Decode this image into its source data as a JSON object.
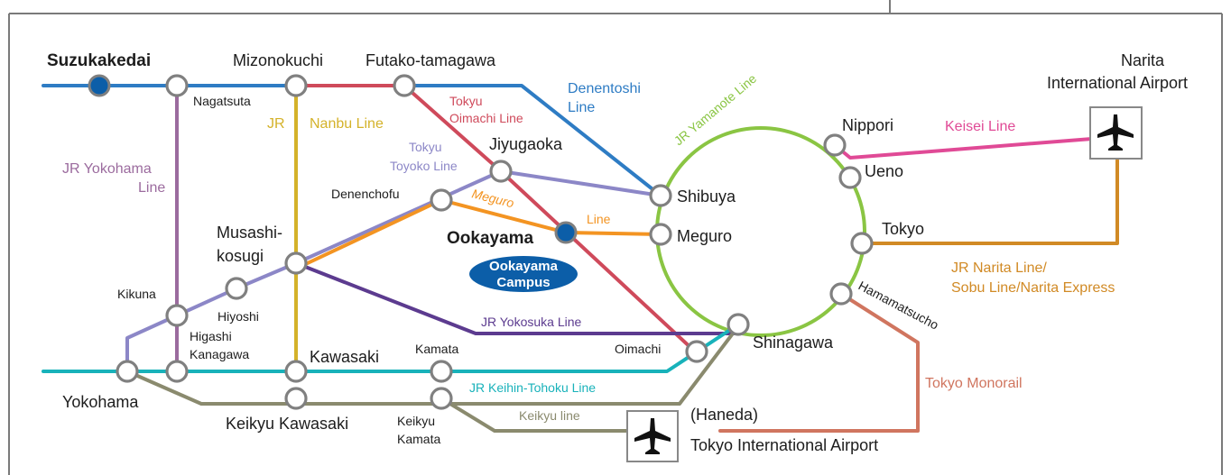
{
  "colors": {
    "denentoshi": "#2e7cc4",
    "tokyu_oimachi": "#cf4a5b",
    "jr_nanbu": "#d4b22a",
    "jr_yokohama": "#9b6b9e",
    "tokyu_toyoko": "#8c87c7",
    "meguro": "#f39422",
    "jr_yamanote": "#8ac543",
    "keisei": "#e04a96",
    "jr_narita": "#d18a25",
    "tokyo_monorail": "#d0755f",
    "jr_yokosuka": "#5c3b8f",
    "jr_keihin_tohoku": "#18b2ba",
    "keikyu": "#8a8a6e",
    "campus_badge": "#0c5ea8",
    "main_station": "#0c5ea8"
  },
  "stations": {
    "suzukakedai": "Suzukakedai",
    "mizonokuchi": "Mizonokuchi",
    "futako_tamagawa": "Futako-tamagawa",
    "nagatsuta": "Nagatsuta",
    "jiyugaoka": "Jiyugaoka",
    "denenchofu": "Denenchofu",
    "ookayama": "Ookayama",
    "musashi_kosugi_1": "Musashi-",
    "musashi_kosugi_2": "kosugi",
    "kikuna": "Kikuna",
    "hiyoshi": "Hiyoshi",
    "higashi_kanagawa_1": "Higashi",
    "higashi_kanagawa_2": "Kanagawa",
    "kawasaki": "Kawasaki",
    "kamata": "Kamata",
    "yokohama": "Yokohama",
    "keikyu_kawasaki": "Keikyu Kawasaki",
    "keikyu_kamata_1": "Keikyu",
    "keikyu_kamata_2": "Kamata",
    "shibuya": "Shibuya",
    "meguro": "Meguro",
    "oimachi": "Oimachi",
    "shinagawa": "Shinagawa",
    "nippori": "Nippori",
    "ueno": "Ueno",
    "tokyo": "Tokyo",
    "hamamatsucho": "Hamamatsucho",
    "haneda": "(Haneda)",
    "tokyo_intl_airport": "Tokyo International Airport",
    "narita_1": "Narita",
    "narita_2": "International Airport"
  },
  "lines": {
    "denentoshi_1": "Denentoshi",
    "denentoshi_2": "Line",
    "tokyu_oimachi_1": "Tokyu",
    "tokyu_oimachi_2": "Oimachi Line",
    "jr_nanbu_1": "JR",
    "jr_nanbu_2": "Nanbu Line",
    "jr_yokohama_1": "JR Yokohama",
    "jr_yokohama_2": "Line",
    "tokyu_toyoko_1": "Tokyu",
    "tokyu_toyoko_2": "Toyoko Line",
    "meguro_1": "Meguro",
    "meguro_2": "Line",
    "jr_yamanote": "JR Yamanote Line",
    "keisei": "Keisei Line",
    "jr_narita_1": "JR Narita Line/",
    "jr_narita_2": "Sobu Line/Narita Express",
    "tokyo_monorail": "Tokyo Monorail",
    "jr_yokosuka": "JR Yokosuka Line",
    "jr_keihin_tohoku": "JR Keihin-Tohoku Line",
    "keikyu": "Keikyu line"
  },
  "campus": {
    "line1": "Ookayama",
    "line2": "Campus"
  },
  "icons": {
    "narita_airport": "airplane-icon",
    "haneda_airport": "airplane-icon"
  }
}
